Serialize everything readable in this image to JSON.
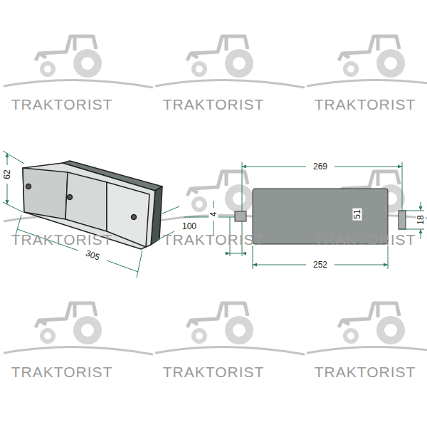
{
  "diagram": {
    "labels": [
      "TRAKTORIST",
      "TRAKTORIST",
      "TRAKTORIST",
      "62",
      "269",
      "4",
      "100",
      "51",
      "18",
      "TRAKTORIST",
      "TRAKTORIST",
      "TRAKTORIST",
      "305",
      "252",
      "TRAKTORIST",
      "TRAKTORIST",
      "TRAKTORIST"
    ]
  }
}
